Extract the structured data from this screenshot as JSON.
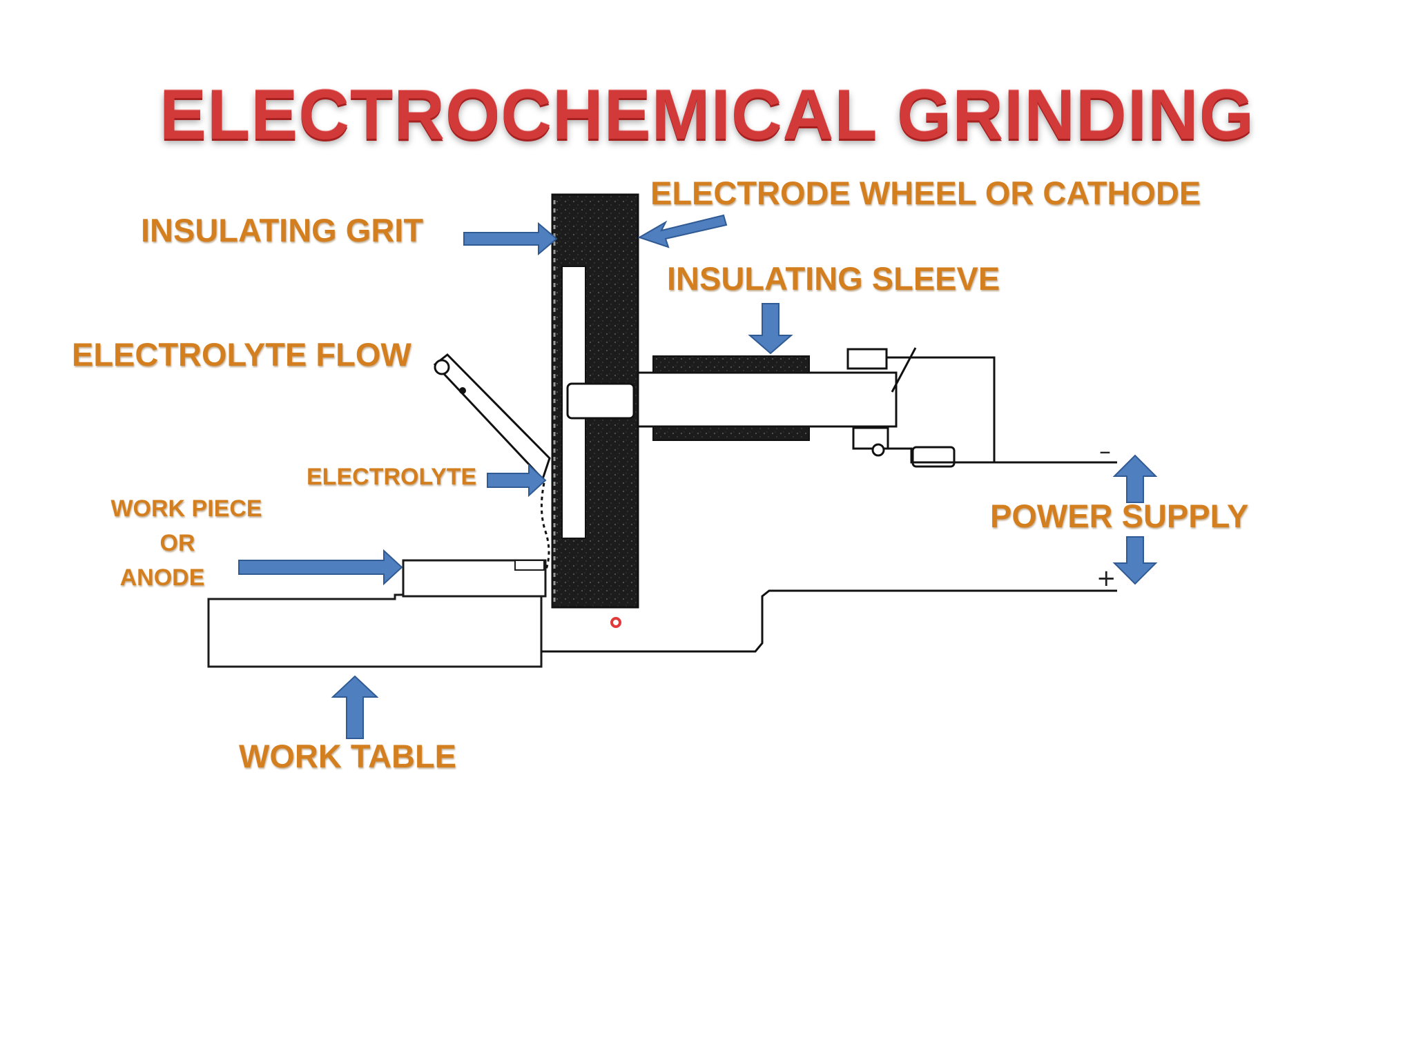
{
  "title": "ELECTROCHEMICAL GRINDING",
  "labels": {
    "insulating_grit": "INSULATING GRIT",
    "electrode_wheel": "ELECTRODE WHEEL OR CATHODE",
    "insulating_sleeve": "INSULATING SLEEVE",
    "electrolyte_flow": "ELECTROLYTE FLOW",
    "electrolyte": "ELECTROLYTE",
    "work_piece_line1": "WORK PIECE",
    "work_piece_line2": "OR",
    "work_piece_line3": "ANODE",
    "power_supply": "POWER SUPPLY",
    "work_table": "WORK TABLE"
  },
  "terminals": {
    "negative": "–",
    "positive": "+"
  },
  "colors": {
    "title": "#d23a3a",
    "label": "#d47f1f",
    "arrow": "#4f7fbf",
    "arrow_edge": "#2f5a94",
    "ink": "#1a1a1a"
  }
}
